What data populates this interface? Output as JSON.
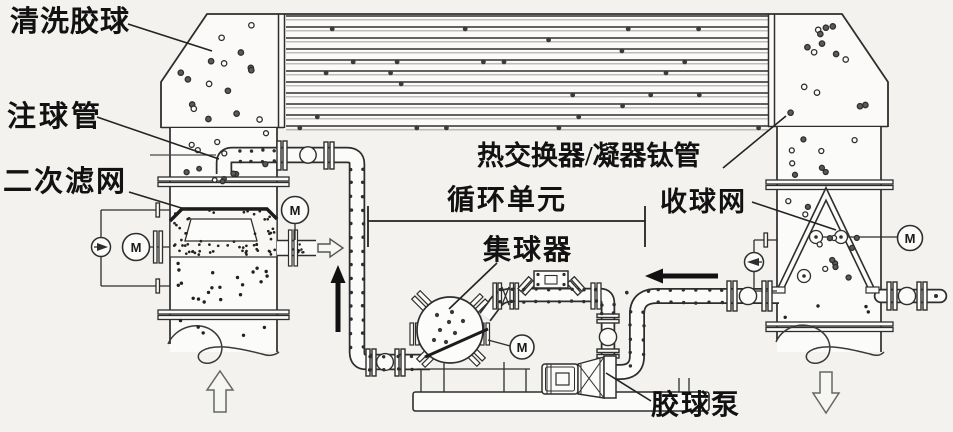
{
  "labels": {
    "cleaning_balls": "清洗胶球",
    "ball_injection_pipe": "注球管",
    "secondary_filter": "二次滤网",
    "heat_exchanger_tubes": "热交换器/凝器钛管",
    "circulation_unit": "循环单元",
    "ball_collecting_net": "收球网",
    "ball_collector": "集球器",
    "ball_pump": "胶球泵",
    "motor": "M"
  },
  "colors": {
    "ink": "#2e2e2e",
    "background": "#f3f2ef",
    "pipe_fill": "#fbfbf9"
  }
}
